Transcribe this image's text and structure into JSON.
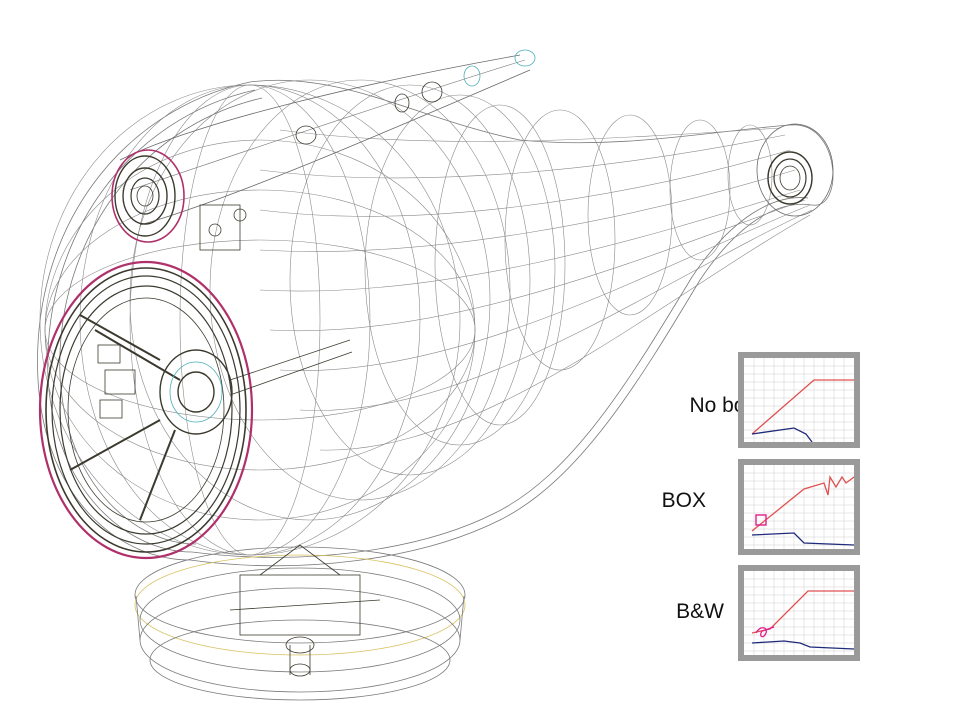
{
  "comparison": {
    "items": [
      {
        "label": "No box"
      },
      {
        "label": "BOX"
      },
      {
        "label": "B&W"
      }
    ]
  },
  "colors": {
    "wire": "#6e6e6e",
    "wire_dark": "#3c3a2e",
    "accent_magenta": "#b0306a",
    "accent_teal": "#4ab0b8",
    "accent_yellow": "#d8c060",
    "plot_bg": "#ffffff",
    "plot_frame": "#9a9a9a",
    "response_red": "#e05050",
    "response_blue": "#202a7a",
    "marker_magenta": "#e0208c"
  }
}
